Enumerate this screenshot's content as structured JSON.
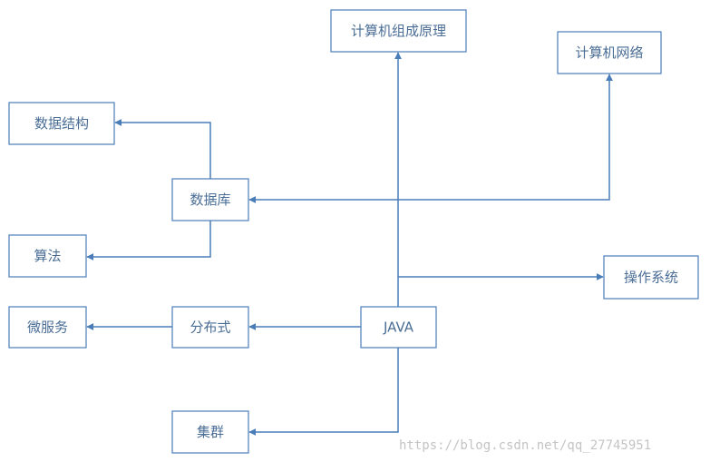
{
  "diagram": {
    "colors": {
      "stroke": "#4a7db8",
      "text": "#4a6d96",
      "background": "#ffffff",
      "watermark": "#c4c4c4"
    },
    "nodes": {
      "java": "JAVA",
      "computer_organization": "计算机组成原理",
      "computer_network": "计算机网络",
      "data_structure": "数据结构",
      "database": "数据库",
      "algorithm": "算法",
      "operating_system": "操作系统",
      "microservice": "微服务",
      "distributed": "分布式",
      "cluster": "集群"
    },
    "watermark": "https://blog.csdn.net/qq_27745951"
  }
}
